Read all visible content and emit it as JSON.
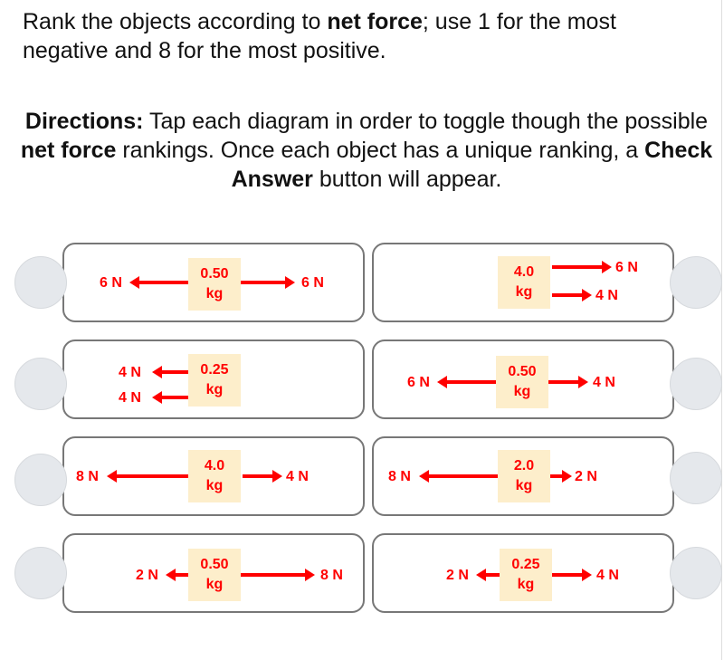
{
  "prompt": {
    "part1": "Rank the objects according to ",
    "bold1": "net force",
    "part2": "; use 1 for the most negative and 8 for the most positive."
  },
  "directions": {
    "label": "Directions:",
    "part1": " Tap each diagram in order to toggle though the possible ",
    "bold1": "net force",
    "part2": " rankings. Once each object has a unique ranking, a ",
    "bold2": "Check Answer",
    "part3": " button will appear."
  },
  "colors": {
    "force": "#ff0000",
    "mass_box": "#fdeecb",
    "ranking_circle": "#e5e8ec",
    "card_border": "#777777"
  },
  "objects": [
    {
      "id": 1,
      "mass_value": "0.50",
      "mass_unit": "kg",
      "forces": [
        {
          "label": "6 N",
          "dir": "left"
        },
        {
          "label": "6 N",
          "dir": "right"
        }
      ]
    },
    {
      "id": 2,
      "mass_value": "4.0",
      "mass_unit": "kg",
      "forces": [
        {
          "label": "6 N",
          "dir": "right"
        },
        {
          "label": "4 N",
          "dir": "right"
        }
      ]
    },
    {
      "id": 3,
      "mass_value": "0.25",
      "mass_unit": "kg",
      "forces": [
        {
          "label": "4 N",
          "dir": "left"
        },
        {
          "label": "4 N",
          "dir": "left"
        }
      ]
    },
    {
      "id": 4,
      "mass_value": "0.50",
      "mass_unit": "kg",
      "forces": [
        {
          "label": "6 N",
          "dir": "left"
        },
        {
          "label": "4 N",
          "dir": "right"
        }
      ]
    },
    {
      "id": 5,
      "mass_value": "4.0",
      "mass_unit": "kg",
      "forces": [
        {
          "label": "8 N",
          "dir": "left"
        },
        {
          "label": "4 N",
          "dir": "right"
        }
      ]
    },
    {
      "id": 6,
      "mass_value": "2.0",
      "mass_unit": "kg",
      "forces": [
        {
          "label": "8 N",
          "dir": "left"
        },
        {
          "label": "2 N",
          "dir": "right"
        }
      ]
    },
    {
      "id": 7,
      "mass_value": "0.50",
      "mass_unit": "kg",
      "forces": [
        {
          "label": "2 N",
          "dir": "left"
        },
        {
          "label": "8 N",
          "dir": "right"
        }
      ]
    },
    {
      "id": 8,
      "mass_value": "0.25",
      "mass_unit": "kg",
      "forces": [
        {
          "label": "2 N",
          "dir": "left"
        },
        {
          "label": "4 N",
          "dir": "right"
        }
      ]
    }
  ]
}
